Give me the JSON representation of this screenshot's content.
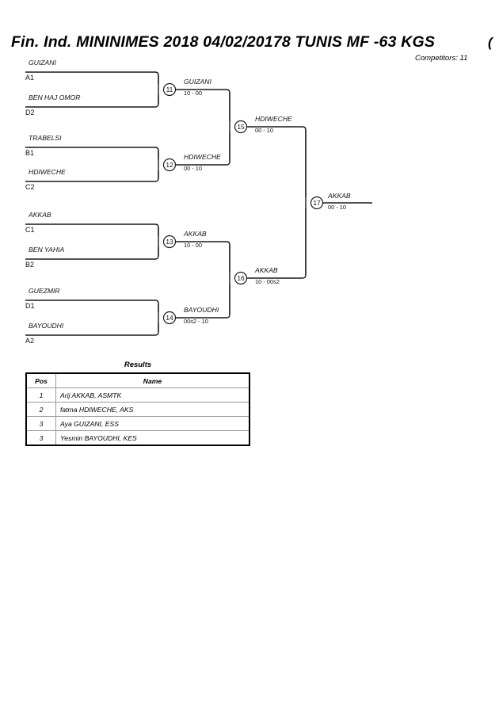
{
  "header": {
    "title": "Fin. Ind. MININIMES 2018  04/02/20178  TUNIS   MF -63 KGS",
    "title_trailing_glyph": "(",
    "competitors": "Competitors: 11"
  },
  "bracket": {
    "round1": [
      {
        "match": "11",
        "winner": "GUIZANI",
        "score": "10 - 00",
        "top": {
          "name": "GUIZANI",
          "seed": "A1"
        },
        "bottom": {
          "name": "BEN HAJ OMOR",
          "seed": "D2"
        }
      },
      {
        "match": "12",
        "winner": "HDIWECHE",
        "score": "00 - 10",
        "top": {
          "name": "TRABELSI",
          "seed": "B1"
        },
        "bottom": {
          "name": "HDIWECHE",
          "seed": "C2"
        }
      },
      {
        "match": "13",
        "winner": "AKKAB",
        "score": "10 - 00",
        "top": {
          "name": "AKKAB",
          "seed": "C1"
        },
        "bottom": {
          "name": "BEN YAHIA",
          "seed": "B2"
        }
      },
      {
        "match": "14",
        "winner": "BAYOUDHI",
        "score": "00s2 - 10",
        "top": {
          "name": "GUEZMIR",
          "seed": "D1"
        },
        "bottom": {
          "name": "BAYOUDHI",
          "seed": "A2"
        }
      }
    ],
    "semifinals": [
      {
        "match": "15",
        "winner": "HDIWECHE",
        "score": "00 - 10"
      },
      {
        "match": "16",
        "winner": "AKKAB",
        "score": "10 - 00s2"
      }
    ],
    "final": {
      "match": "17",
      "winner": "AKKAB",
      "score": "00 - 10"
    }
  },
  "results": {
    "heading": "Results",
    "columns": [
      "Pos",
      "Name"
    ],
    "rows": [
      {
        "pos": "1",
        "name": "Arij AKKAB, ASMTK"
      },
      {
        "pos": "2",
        "name": "fatma HDIWECHE, AKS"
      },
      {
        "pos": "3",
        "name": "Aya GUIZANI, ESS"
      },
      {
        "pos": "3",
        "name": "Yesmin BAYOUDHI, KES"
      }
    ]
  }
}
